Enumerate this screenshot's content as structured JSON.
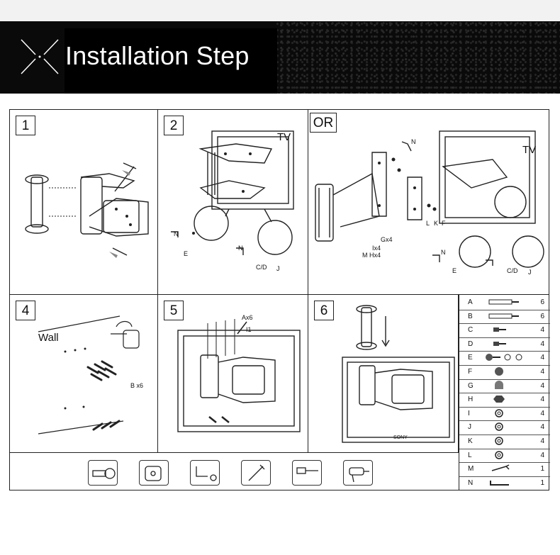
{
  "banner": {
    "title": "Installation Step",
    "icon": "cross-icon"
  },
  "panels": [
    {
      "number": "1"
    },
    {
      "number": "2",
      "tv_label": "TV",
      "labels": [
        "N",
        "E",
        "N",
        "C/D",
        "J"
      ]
    },
    {
      "number": "OR",
      "tv_label": "TV",
      "labels": [
        "N",
        "Gx4",
        "Ix4",
        "M Hx4",
        "L",
        "K",
        "F",
        "N",
        "E",
        "C/D",
        "J"
      ]
    },
    {
      "number": "4",
      "wall_label": "Wall",
      "screw_label": "B  x6"
    },
    {
      "number": "5",
      "labels": [
        "Ax6",
        "I1"
      ]
    },
    {
      "number": "6",
      "brand": "SONY"
    }
  ],
  "parts": [
    {
      "letter": "A",
      "qty": "6",
      "icon": "long-screw-icon"
    },
    {
      "letter": "B",
      "qty": "6",
      "icon": "wall-anchor-icon"
    },
    {
      "letter": "C",
      "qty": "4",
      "icon": "short-bolt-icon"
    },
    {
      "letter": "D",
      "qty": "4",
      "icon": "short-bolt-icon"
    },
    {
      "letter": "E",
      "qty": "4",
      "icon": "bolt-washer-icon"
    },
    {
      "letter": "F",
      "qty": "4",
      "icon": "flat-head-bolt-icon"
    },
    {
      "letter": "G",
      "qty": "4",
      "icon": "cap-nut-icon"
    },
    {
      "letter": "H",
      "qty": "4",
      "icon": "hex-nut-icon"
    },
    {
      "letter": "I",
      "qty": "4",
      "icon": "washer-icon"
    },
    {
      "letter": "J",
      "qty": "4",
      "icon": "washer-icon"
    },
    {
      "letter": "K",
      "qty": "4",
      "icon": "washer-icon"
    },
    {
      "letter": "L",
      "qty": "4",
      "icon": "washer-icon"
    },
    {
      "letter": "M",
      "qty": "1",
      "icon": "wrench-icon"
    },
    {
      "letter": "N",
      "qty": "1",
      "icon": "hex-key-icon"
    }
  ],
  "tools": [
    "level-tool-icon",
    "tape-measure-icon",
    "hex-key-tool-icon",
    "pencil-icon",
    "hammer-icon",
    "drill-icon"
  ]
}
